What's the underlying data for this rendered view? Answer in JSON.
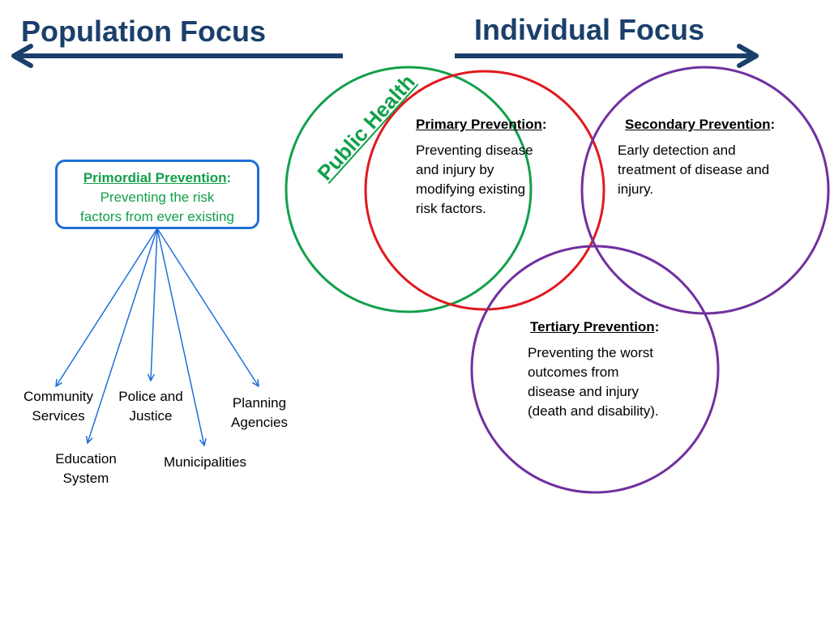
{
  "headings": {
    "population_focus": "Population Focus",
    "individual_focus": "Individual Focus"
  },
  "colors": {
    "heading_blue": "#1b3f6b",
    "public_health_green": "#12a04a",
    "primary_red": "#e0191f",
    "secondary_tertiary_purple": "#7030a0",
    "connector_blue": "#1f6fd8"
  },
  "public_health": {
    "label": "Public Health"
  },
  "primordial": {
    "title": "Primordial Prevention",
    "colon": ":",
    "line1": "Preventing the risk",
    "line2": "factors from ever existing"
  },
  "targets": [
    {
      "line1": "Community",
      "line2": "Services"
    },
    {
      "line1": "Education",
      "line2": "System"
    },
    {
      "line1": "Police and",
      "line2": "Justice"
    },
    {
      "line1": "Municipalities",
      "line2": ""
    },
    {
      "line1": "Planning",
      "line2": "Agencies"
    }
  ],
  "primary": {
    "title": "Primary Prevention",
    "colon": ":",
    "lines": [
      "Preventing disease",
      "and injury by",
      "modifying existing",
      "risk factors."
    ]
  },
  "secondary": {
    "title": "Secondary Prevention",
    "colon": ":",
    "lines": [
      "Early detection and",
      "treatment of disease and",
      "injury."
    ]
  },
  "tertiary": {
    "title": "Tertiary Prevention",
    "colon": ":",
    "lines": [
      "Preventing the worst",
      "outcomes from",
      "disease and injury",
      "(death and disability)."
    ]
  }
}
